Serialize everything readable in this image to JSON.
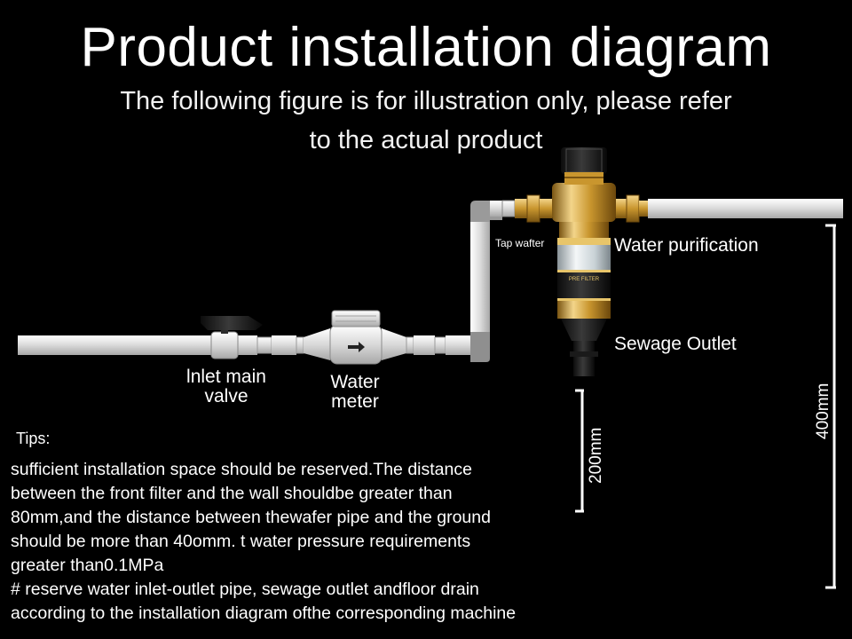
{
  "header": {
    "title": "Product installation diagram",
    "subtitle_line1": "The following figure is for illustration only, please refer",
    "subtitle_line2": "to the actual product"
  },
  "labels": {
    "tap_wafter": "Tap wafter",
    "water_purification": "Water purification",
    "sewage_outlet": "Sewage Outlet",
    "inlet_valve_line1": "lnlet main",
    "inlet_valve_line2": "valve",
    "water_meter_line1": "Water",
    "water_meter_line2": "meter",
    "dim_200": "200mm",
    "dim_400": "400mm",
    "filter_brand": "PRE FILTER"
  },
  "tips": {
    "title": "Tips:",
    "lines": [
      " sufficient installation space should be reserved.The distance",
      "between the front filter and the wall shouldbe greater than",
      "80mm,and the distance between thewafer pipe and the ground",
      "should be more than 40omm. t water pressure requirements",
      "greater than0.1MPa",
      "# reserve water inlet-outlet pipe, sewage outlet andfloor drain",
      "according to the installation diagram ofthe corresponding machine"
    ]
  },
  "colors": {
    "background": "#000000",
    "pipe": "#e6e6e6",
    "brass": "#c9962e",
    "text": "#ffffff"
  }
}
